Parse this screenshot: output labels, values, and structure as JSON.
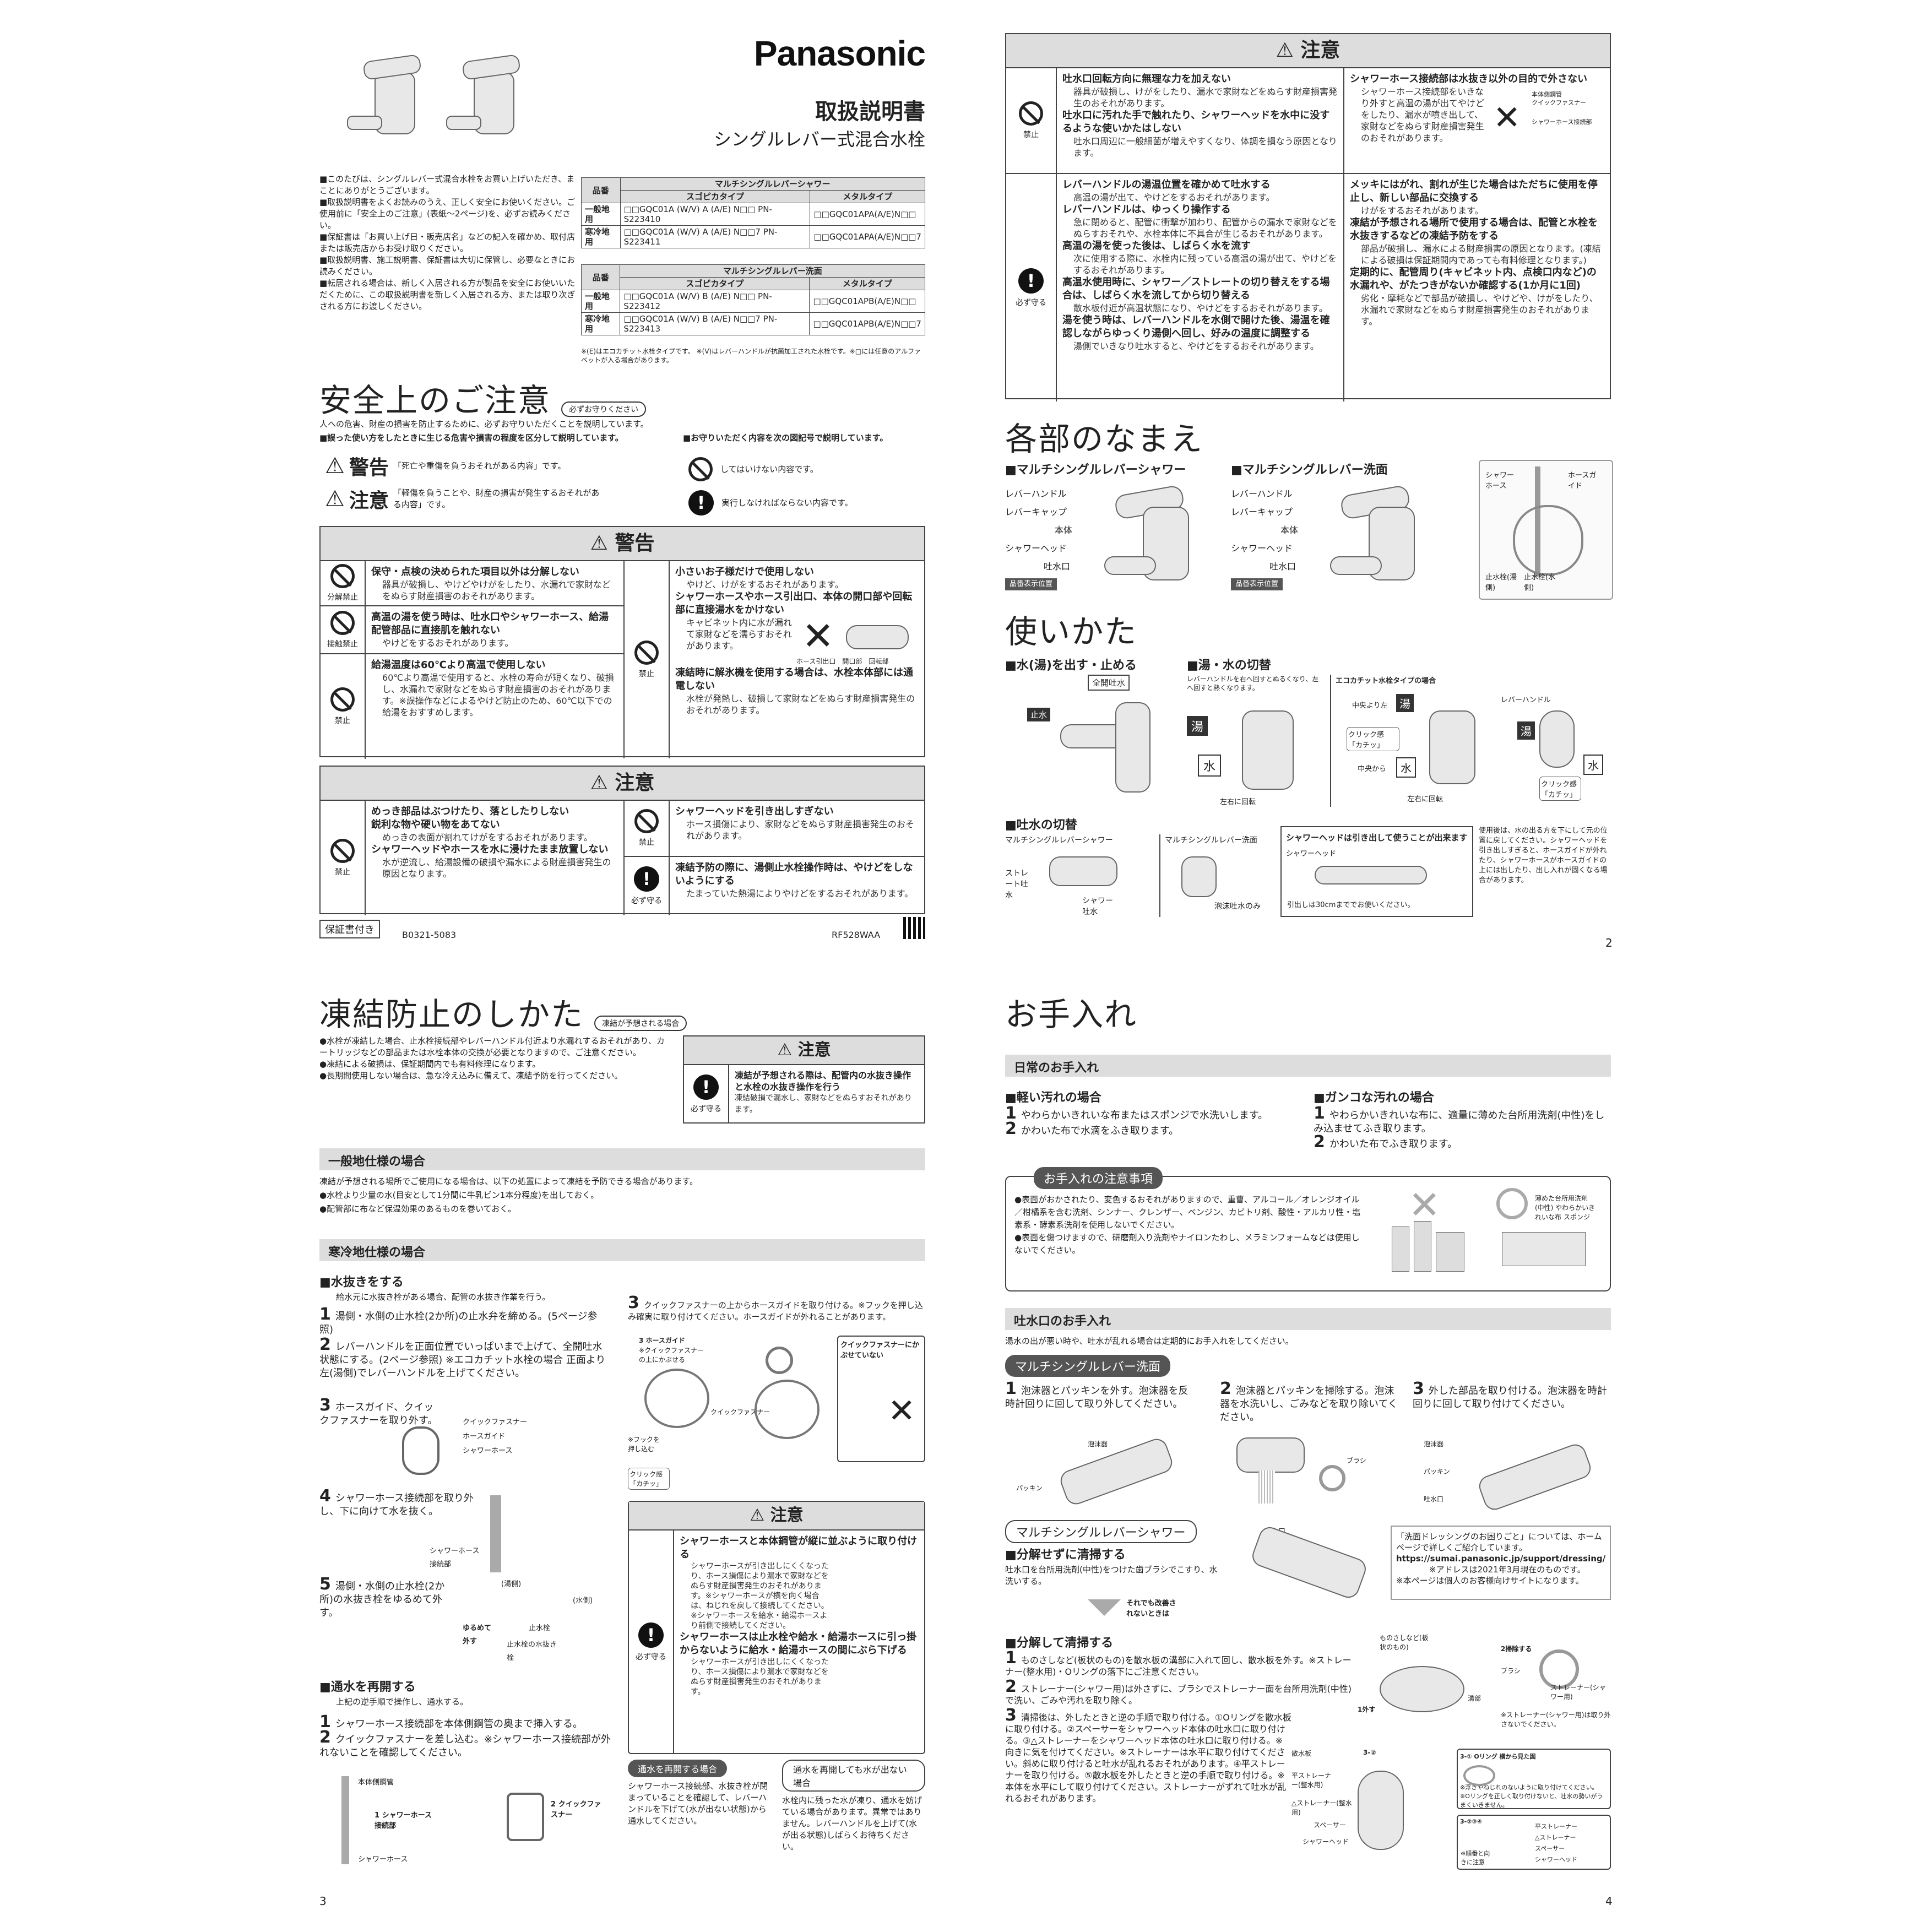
{
  "page1": {
    "brand": "Panasonic",
    "title": "取扱説明書",
    "subtitle": "シングルレバー式混合水栓",
    "intro": [
      "■このたびは、シングルレバー式混合水栓をお買い上げいただき、まことにありがとうございます。",
      "■取扱説明書をよくお読みのうえ、正しく安全にお使いください。ご使用前に「安全上のご注意」(表紙〜2ページ)を、必ずお読みください。",
      "■保証書は「お買い上げ日・販売店名」などの記入を確かめ、取付店または販売店からお受け取りください。",
      "■取扱説明書、施工説明書、保証書は大切に保管し、必要なときにお読みください。",
      "■転居される場合は、新しく入居される方が製品を安全にお使いいただくために、この取扱説明書を新しく入居される方、または取り次ぎされる方にお渡しください。"
    ],
    "spec_table1": {
      "col0": "品番",
      "group": "マルチシングルレバーシャワー",
      "h1": "スゴピカタイプ",
      "h2": "メタルタイプ",
      "rows": [
        {
          "label": "一般地用",
          "a": "□□GQC01A (W/V) A (A/E) N□□ PN-S223410",
          "b": "□□GQC01APA(A/E)N□□"
        },
        {
          "label": "寒冷地用",
          "a": "□□GQC01A (W/V) A (A/E) N□□7 PN-S223411",
          "b": "□□GQC01APA(A/E)N□□7"
        }
      ]
    },
    "spec_table2": {
      "col0": "品番",
      "group": "マルチシングルレバー洗面",
      "h1": "スゴピカタイプ",
      "h2": "メタルタイプ",
      "rows": [
        {
          "label": "一般地用",
          "a": "□□GQC01A (W/V) B (A/E) N□□ PN-S223412",
          "b": "□□GQC01APB(A/E)N□□"
        },
        {
          "label": "寒冷地用",
          "a": "□□GQC01A (W/V) B (A/E) N□□7 PN-S223413",
          "b": "□□GQC01APB(A/E)N□□7"
        }
      ]
    },
    "spec_notes": "※(E)はエコカチット水栓タイプです。 ※(V)はレバーハンドルが抗菌加工された水栓です。※□には任意のアルファベットが入る場合があります。",
    "safety_title": "安全上のご注意",
    "safety_pill": "必ずお守りください",
    "safety_intro": "人への危害、財産の損害を防止するために、必ずお守りいただくことを説明しています。",
    "safety_left_head": "■誤った使い方をしたときに生じる危害や損害の程度を区分して説明しています。",
    "safety_right_head": "■お守りいただく内容を次の図記号で説明しています。",
    "warning_word": "警告",
    "warning_desc": "「死亡や重傷を負うおそれがある内容」です。",
    "caution_word": "注意",
    "caution_desc": "「軽傷を負うことや、財産の損害が発生するおそれがある内容」です。",
    "prohibit_desc": "してはいけない内容です。",
    "must_desc": "実行しなければならない内容です。",
    "warning_box": {
      "title": "警告",
      "left": [
        {
          "icon": "分解禁止",
          "head": "保守・点検の決められた項目以外は分解しない",
          "sub": "器具が破損し、やけどやけがをしたり、水漏れで家財などをぬらす財産損害のおそれがあります。"
        },
        {
          "icon": "接触禁止",
          "head": "高温の湯を使う時は、吐水口やシャワーホース、給湯配管部品に直接肌を触れない",
          "sub": "やけどをするおそれがあります。"
        },
        {
          "icon": "禁止",
          "head": "給湯温度は60℃より高温で使用しない",
          "sub": "60℃より高温で使用すると、水栓の寿命が短くなり、破損し、水漏れで家財などをぬらす財産損害のおそれがあります。※誤操作などによるやけど防止のため、60℃以下での給湯をおすすめします。"
        }
      ],
      "right": [
        {
          "icon": "禁止",
          "head": "小さいお子様だけで使用しない",
          "sub": "やけど、けがをするおそれがあります。"
        },
        {
          "icon": "",
          "head": "シャワーホースやホース引出口、本体の開口部や回転部に直接湯水をかけない",
          "sub": "キャビネット内に水が漏れて家財などを濡らすおそれがあります。"
        },
        {
          "icon": "",
          "head": "凍結時に解氷機を使用する場合は、水栓本体部には通電しない",
          "sub": "水栓が発熱し、破損して家財などをぬらす財産損害発生のおそれがあります。"
        }
      ],
      "fig_labels": [
        "ホース引出口",
        "開口部",
        "回転部"
      ]
    },
    "caution_box": {
      "title": "注意",
      "left": [
        {
          "head": "めっき部品はぶつけたり、落としたりしない",
          "sub": ""
        },
        {
          "head": "鋭利な物や硬い物をあてない",
          "sub": "めっきの表面が割れてけがをするおそれがあります。"
        },
        {
          "head": "シャワーヘッドやホースを水に浸けたまま放置しない",
          "sub": "水が逆流し、給湯設備の破損や漏水による財産損害発生の原因となります。"
        }
      ],
      "left_icon": "禁止",
      "right": [
        {
          "icon": "禁止",
          "head": "シャワーヘッドを引き出しすぎない",
          "sub": "ホース損傷により、家財などをぬらす財産損害発生のおそれがあります。"
        },
        {
          "icon": "必ず守る",
          "head": "凍結予防の際に、湯側止水栓操作時は、やけどをしないようにする",
          "sub": "たまっていた熱湯によりやけどをするおそれがあります。"
        }
      ]
    },
    "warranty": "保証書付き",
    "code_left": "B0321-5083",
    "code_right": "RF528WAA"
  },
  "page2": {
    "caution_title": "注意",
    "block1_icon": "禁止",
    "block1_left": [
      {
        "head": "吐水口回転方向に無理な力を加えない",
        "sub": "器具が破損し、けがをしたり、漏水で家財などをぬらす財産損害発生のおそれがあります。"
      },
      {
        "head": "吐水口に汚れた手で触れたり、シャワーヘッドを水中に没するような使いかたはしない",
        "sub": "吐水口周辺に一般細菌が増えやすくなり、体調を損なう原因となります。"
      }
    ],
    "block1_right": {
      "head": "シャワーホース接続部は水抜き以外の目的で外さない",
      "sub": "シャワーホース接続部をいきなり外すと高温の湯が出てやけどをしたり、漏水が噴き出して、家財などをぬらす財産損害発生のおそれがあります。",
      "labels": [
        "本体側鋼管",
        "クイックファスナー",
        "シャワーホース接続部"
      ]
    },
    "block2_icon": "必ず守る",
    "block2_left": [
      {
        "head": "レバーハンドルの湯温位置を確かめて吐水する",
        "sub": "高温の湯が出て、やけどをするおそれがあります。"
      },
      {
        "head": "レバーハンドルは、ゆっくり操作する",
        "sub": "急に閉めると、配管に衝撃が加わり、配管からの漏水で家財などをぬらすおそれや、水栓本体に不具合が生じるおそれがあります。"
      },
      {
        "head": "高温の湯を使った後は、しばらく水を流す",
        "sub": "次に使用する際に、水栓内に残っている高温の湯が出て、やけどをするおそれがあります。"
      },
      {
        "head": "高温水使用時に、シャワー／ストレートの切り替えをする場合は、しばらく水を流してから切り替える",
        "sub": "散水板付近が高温状態になり、やけどをするおそれがあります。"
      },
      {
        "head": "湯を使う時は、レバーハンドルを水側で開けた後、湯温を確認しながらゆっくり湯側へ回し、好みの温度に調整する",
        "sub": "湯側でいきなり吐水すると、やけどをするおそれがあります。"
      }
    ],
    "block2_right": [
      {
        "head": "メッキにはがれ、割れが生じた場合はただちに使用を停止し、新しい部品に交換する",
        "sub": "けがをするおそれがあります。"
      },
      {
        "head": "凍結が予想される場所で使用する場合は、配管と水栓を水抜きするなどの凍結予防をする",
        "sub": "部品が破損し、漏水による財産損害の原因となります。(凍結による破損は保証期間内であっても有料修理となります。)"
      },
      {
        "head": "定期的に、配管周り(キャビネット内、点検口内など)の水漏れや、がたつきがないか確認する(1か月に1回)",
        "sub": "劣化・摩耗などで部品が破損し、やけどや、けがをしたり、水漏れで家財などをぬらす財産損害発生のおそれがあります。"
      }
    ],
    "names_title": "各部のなまえ",
    "names_shower": "■マルチシングルレバーシャワー",
    "names_basin": "■マルチシングルレバー洗面",
    "parts": [
      "レバーハンドル",
      "レバーキャップ",
      "本体",
      "シャワーヘッド",
      "吐水口"
    ],
    "parts_basin": [
      "レバーハンドル",
      "レバーキャップ",
      "本体",
      "シャワーヘッド",
      "吐水口"
    ],
    "model_label": "品番表示位置",
    "pipe_labels": [
      "シャワーホース",
      "ホースガイド",
      "止水栓(湯側)",
      "止水栓(水側)"
    ],
    "usage_title": "使いかた",
    "usage_water": "■水(湯)を出す・止める",
    "full_open": "全開吐水",
    "stop_water": "止水",
    "usage_switch": "■湯・水の切替",
    "switch_note": "レバーハンドルを右へ回すとぬるくなり、左へ回すと熱くなります。",
    "eco_note": "エコカチット水栓タイプの場合",
    "hot": "湯",
    "cold": "水",
    "lr_rotate": "左右に回転",
    "center_left": "中央より左",
    "center_from": "中央から",
    "click": "クリック感「カチッ」",
    "lever_handle": "レバーハンドル",
    "spout_switch": "■吐水の切替",
    "spout_shower": "マルチシングルレバーシャワー",
    "spout_basin": "マルチシングルレバー洗面",
    "straight": "ストレート吐水",
    "shower_spout": "シャワー吐水",
    "foam_only": "泡沫吐水のみ",
    "pull_title": "シャワーヘッドは引き出して使うことが出来ます",
    "pull_head": "シャワーヘッド",
    "pull_limit": "引出しは30cmまででお使いください。",
    "pull_after": "使用後は、水の出る方を下にして元の位置に戻してください。シャワーヘッドを引き出しすぎると、ホースガイドが外れたり、シャワーホースがホースガイドの上には出したり、出し入れが固くなる場合があります。",
    "page_num": "2"
  },
  "page3": {
    "title": "凍結防止のしかた",
    "pill": "凍結が予想される場合",
    "bullets": [
      "●水栓が凍結した場合、止水栓接続部やレバーハンドル付近より水漏れするおそれがあり、カートリッジなどの部品または水栓本体の交換が必要となりますので、ご注意ください。",
      "●凍結による破損は、保証期間内でも有料修理になります。",
      "●長期間使用しない場合は、急な冷え込みに備えて、凍結予防を行ってください。"
    ],
    "caution_title": "注意",
    "caution_icon": "必ず守る",
    "caution_head": "凍結が予想される際は、配管内の水抜き操作と水栓の水抜き操作を行う",
    "caution_sub": "凍結破損で漏水し、家財などをぬらすおそれがあります。",
    "general_title": "一般地仕様の場合",
    "general_text": "凍結が予想される場所でご使用になる場合は、以下の処置によって凍結を予防できる場合があります。",
    "general_bul": [
      "●水栓より少量の水(目安として1分間に牛乳ビン1本分程度)を出しておく。",
      "●配管部に布など保温効果のあるものを巻いておく。"
    ],
    "cold_title": "寒冷地仕様の場合",
    "drain_title": "■水抜きをする",
    "drain_intro": "給水元に水抜き栓がある場合、配管の水抜き作業を行う。",
    "steps": [
      {
        "n": "1",
        "t": "湯側・水側の止水栓(2か所)の止水弁を締める。(5ページ参照)"
      },
      {
        "n": "2",
        "t": "レバーハンドルを正面位置でいっぱいまで上げて、全開吐水状態にする。(2ページ参照) ※エコカチット水栓の場合 正面より左(湯側)でレバーハンドルを上げてください。"
      },
      {
        "n": "3",
        "t": "ホースガイド、クイックファスナーを取り外す。"
      },
      {
        "n": "4",
        "t": "シャワーホース接続部を取り外し、下に向けて水を抜く。"
      },
      {
        "n": "5",
        "t": "湯側・水側の止水栓(2か所)の水抜き栓をゆるめて外す。"
      }
    ],
    "step3_labels": [
      "クイックファスナー",
      "ホースガイド",
      "シャワーホース"
    ],
    "step4_label": "シャワーホース接続部",
    "step5_labels": [
      "(湯側)",
      "(水側)",
      "ゆるめて外す",
      "止水栓",
      "止水栓の水抜き栓"
    ],
    "right_step3": "クイックファスナーの上からホースガイドを取り付ける。※フックを押し込み確実に取り付けてください。ホースガイドが外れることがあります。",
    "right_step3_labels": [
      "3 ホースガイド",
      "※クイックファスナーの上にかぶせる",
      "クイックファスナー",
      "※フックを押し込む",
      "クリック感「カチッ」",
      "クイックファスナーにかぶせていない"
    ],
    "restore_title": "■通水を再開する",
    "restore_intro": "上記の逆手順で操作し、通水する。",
    "restore_steps": [
      {
        "n": "1",
        "t": "シャワーホース接続部を本体側鋼管の奥まで挿入する。"
      },
      {
        "n": "2",
        "t": "クイックファスナーを差し込む。※シャワーホース接続部が外れないことを確認してください。"
      }
    ],
    "restore_labels": [
      "本体側鋼管",
      "1 シャワーホース接続部",
      "シャワーホース",
      "2 クイックファスナー"
    ],
    "caution2_title": "注意",
    "caution2_icon": "必ず守る",
    "caution2_items": [
      {
        "head": "シャワーホースと本体鋼管が縦に並ぶように取り付ける",
        "sub": "シャワーホースが引き出しにくくなったり、ホース損傷により漏水で家財などをぬらす財産損害発生のおそれがあります。※シャワーホースが横を向く場合は、ねじれを戻して接続してください。※シャワーホースを給水・給湯ホースより前側で接続してください。"
      },
      {
        "head": "シャワーホースは止水栓や給水・給湯ホースに引っ掛からないように給水・給湯ホースの間にぶら下げる",
        "sub": "シャワーホースが引き出しにくくなったり、ホース損傷により漏水で家財などをぬらす財産損害発生のおそれがあります。"
      }
    ],
    "restart_pill": "通水を再開する場合",
    "restart_text": "シャワーホース接続部、水抜き栓が閉まっていることを確認して、レバーハンドルを下げて(水が出ない状態)から通水してください。",
    "noflow_pill": "通水を再開しても水が出ない場合",
    "noflow_text": "水栓内に残った水が凍り、通水を妨げている場合があります。異常ではありません。レバーハンドルを上げて(水が出る状態)しばらくお待ちください。",
    "page_num": "3"
  },
  "page4": {
    "title": "お手入れ",
    "daily": "日常のお手入れ",
    "light": "■軽い汚れの場合",
    "light_steps": [
      {
        "n": "1",
        "t": "やわらかいきれいな布またはスポンジで水洗いします。"
      },
      {
        "n": "2",
        "t": "かわいた布で水滴をふき取ります。"
      }
    ],
    "heavy": "■ガンコな汚れの場合",
    "heavy_steps": [
      {
        "n": "1",
        "t": "やわらかいきれいな布に、適量に薄めた台所用洗剤(中性)をしみ込ませてふき取ります。"
      },
      {
        "n": "2",
        "t": "かわいた布でふき取ります。"
      }
    ],
    "notes_pill": "お手入れの注意事項",
    "notes": [
      "●表面がおかされたり、変色するおそれがありますので、重曹、アルコール／オレンジオイル／柑橘系を含む洗剤、シンナー、クレンザー、ベンジン、カビトリ剤、酸性・アルカリ性・塩素系・酵素系洗剤を使用しないでください。",
      "●表面を傷つけますので、研磨剤入り洗剤やナイロンたわし、メラミンフォームなどは使用しないでください。"
    ],
    "ok_label": "薄めた台所用洗剤(中性) やわらかいきれいな布 スポンジ",
    "spout_title": "吐水口のお手入れ",
    "spout_intro": "湯水の出が悪い時や、吐水が乱れる場合は定期的にお手入れをしてください。",
    "basin_pill": "マルチシングルレバー洗面",
    "basin_steps": [
      {
        "n": "1",
        "t": "泡沫器とパッキンを外す。泡沫器を反時計回りに回して取り外してください。"
      },
      {
        "n": "2",
        "t": "泡沫器とパッキンを掃除する。泡沫器を水洗いし、ごみなどを取り除いてください。"
      },
      {
        "n": "3",
        "t": "外した部品を取り付ける。泡沫器を時計回りに回して取り付けてください。"
      }
    ],
    "basin_labels": [
      "泡沫器",
      "パッキン",
      "ブラシ",
      "吐水口"
    ],
    "shower_pill": "マルチシングルレバーシャワー",
    "nodis": "■分解せずに清掃する",
    "nodis_text": "吐水口を台所用洗剤(中性)をつけた歯ブラシでこすり、水洗いする。",
    "nodis_label": "吐水口",
    "nodis_arrow": "それでも改善されないときは",
    "link_box": "「洗面ドレッシングのお困りごと」については、ホームページで詳しくご紹介しています。",
    "link_url": "https://sumai.panasonic.jp/support/dressing/",
    "link_note1": "※アドレスは2021年3月現在のものです。",
    "link_note2": "※本ページは個人のお客様向けサイトになります。",
    "dis": "■分解して清掃する",
    "dis_steps": [
      {
        "n": "1",
        "t": "ものさしなど(板状のもの)を散水板の溝部に入れて回し、散水板を外す。※ストレーナー(整水用)・Oリングの落下にご注意ください。"
      },
      {
        "n": "2",
        "t": "ストレーナー(シャワー用)は外さずに、ブラシでストレーナー面を台所用洗剤(中性)で洗い、ごみや汚れを取り除く。"
      },
      {
        "n": "3",
        "t": "清掃後は、外したときと逆の手順で取り付ける。①Oリングを散水板に取り付ける。②スペーサーをシャワーヘッド本体の吐水口に取り付ける。③△ストレーナーをシャワーヘッド本体の吐水口に取り付ける。※向きに気を付けてください。※ストレーナーは水平に取り付けてください。斜めに取り付けると吐水が乱れるおそれがあります。④平ストレーナーを取り付ける。⑤散水板を外したときと逆の手順で取り付ける。※本体を水平にして取り付けてください。ストレーナーがずれて吐水が乱れるおそれがあります。"
      }
    ],
    "dis_labels": [
      "ものさしなど(板状のもの)",
      "1外す",
      "溝部",
      "2掃除する",
      "ブラシ",
      "ストレーナー(シャワー用)",
      "※ストレーナー(シャワー用)は取り外さないでください。",
      "散水板",
      "平ストレーナー(整水用)",
      "△ストレーナー(整水用)",
      "スペーサー",
      "シャワーヘッド"
    ],
    "sub31": "3-① Oリング 横から見た図",
    "sub31_note": "※浮きやねじれのないように取り付けてください。※Oリングを正しく取り付けないと、吐水の勢いがうまくいきません。",
    "sub32": "3-②③④",
    "sub32_labels": [
      "平ストレーナー",
      "△ストレーナー",
      "スペーサー",
      "シャワーヘッド"
    ],
    "sub32_note": "※順番と向きに注意",
    "page_num": "4"
  }
}
